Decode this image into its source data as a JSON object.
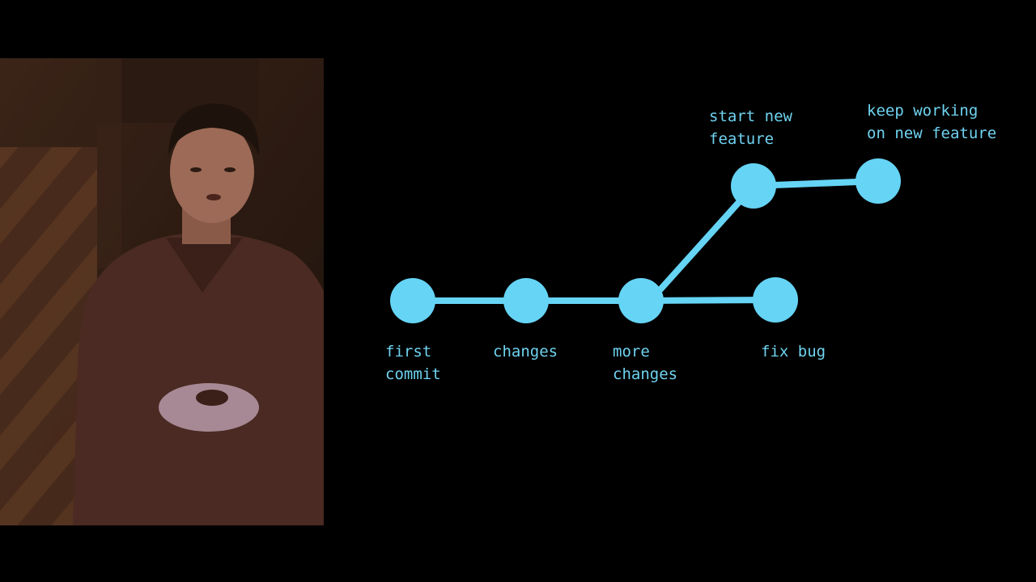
{
  "colors": {
    "background": "#000000",
    "node": "#66d4f5",
    "edge": "#66d4f5",
    "label": "#6fd3f0"
  },
  "diagram": {
    "nodes": [
      {
        "id": "first-commit",
        "label_lines": [
          "first",
          "commit"
        ]
      },
      {
        "id": "changes",
        "label_lines": [
          "changes"
        ]
      },
      {
        "id": "more-changes",
        "label_lines": [
          "more",
          "changes"
        ]
      },
      {
        "id": "fix-bug",
        "label_lines": [
          "fix bug"
        ]
      },
      {
        "id": "start-new-feature",
        "label_lines": [
          "start new",
          "feature"
        ]
      },
      {
        "id": "keep-working",
        "label_lines": [
          "keep working",
          "on new feature"
        ]
      }
    ],
    "edges": [
      [
        "first-commit",
        "changes"
      ],
      [
        "changes",
        "more-changes"
      ],
      [
        "more-changes",
        "fix-bug"
      ],
      [
        "more-changes",
        "start-new-feature"
      ],
      [
        "start-new-feature",
        "keep-working"
      ]
    ]
  }
}
